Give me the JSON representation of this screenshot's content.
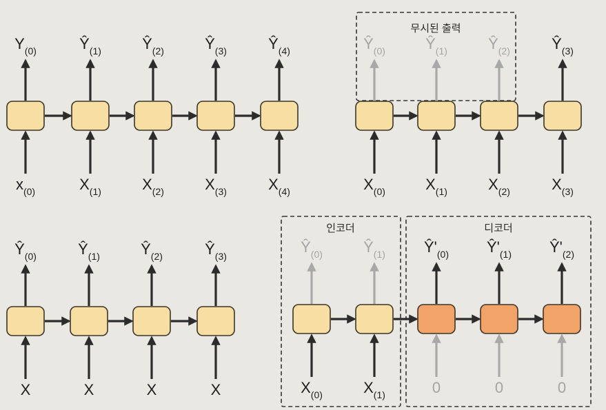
{
  "colors": {
    "background": "#e9e8e3",
    "cell_fill": "#f7dfa3",
    "cell_stroke": "#3b3328",
    "decoder_cell_fill": "#f2a468",
    "arrow_dark": "#2c2c2c",
    "arrow_faded": "#a8a8a8",
    "dashed_box": "#333333"
  },
  "panels": [
    {
      "id": "seq-to-seq",
      "cells": 5,
      "outputs": [
        {
          "text": "Y",
          "sub": "(0)",
          "faded": false
        },
        {
          "text": "Ŷ",
          "sub": "(1)",
          "faded": false
        },
        {
          "text": "Ŷ",
          "sub": "(2)",
          "faded": false
        },
        {
          "text": "Ŷ",
          "sub": "(3)",
          "faded": false
        },
        {
          "text": "Ŷ",
          "sub": "(4)",
          "faded": false
        }
      ],
      "inputs": [
        {
          "text": "x",
          "sub": "(0)",
          "faded": false
        },
        {
          "text": "X",
          "sub": "(1)",
          "faded": false
        },
        {
          "text": "X",
          "sub": "(2)",
          "faded": false
        },
        {
          "text": "X",
          "sub": "(3)",
          "faded": false
        },
        {
          "text": "X",
          "sub": "(4)",
          "faded": false
        }
      ]
    },
    {
      "id": "seq-to-vector",
      "cells": 4,
      "group_label": "무시된 출력",
      "outputs": [
        {
          "text": "Ŷ",
          "sub": "(0)",
          "faded": true
        },
        {
          "text": "Ŷ",
          "sub": "(1)",
          "faded": true
        },
        {
          "text": "Ŷ",
          "sub": "(2)",
          "faded": true
        },
        {
          "text": "Ŷ",
          "sub": "(3)",
          "faded": false
        }
      ],
      "inputs": [
        {
          "text": "X",
          "sub": "(0)",
          "faded": false
        },
        {
          "text": "X",
          "sub": "(1)",
          "faded": false
        },
        {
          "text": "X",
          "sub": "(2)",
          "faded": false
        },
        {
          "text": "X",
          "sub": "(3)",
          "faded": false
        }
      ]
    },
    {
      "id": "vector-to-seq",
      "cells": 4,
      "outputs": [
        {
          "text": "Ŷ",
          "sub": "(0)",
          "faded": false
        },
        {
          "text": "Ŷ",
          "sub": "(1)",
          "faded": false
        },
        {
          "text": "Ŷ",
          "sub": "(2)",
          "faded": false
        },
        {
          "text": "Ŷ",
          "sub": "(3)",
          "faded": false
        }
      ],
      "inputs": [
        {
          "text": "X",
          "sub": "",
          "faded": false
        },
        {
          "text": "X",
          "sub": "",
          "faded": false
        },
        {
          "text": "X",
          "sub": "",
          "faded": false
        },
        {
          "text": "X",
          "sub": "",
          "faded": false
        }
      ]
    },
    {
      "id": "encoder-decoder",
      "encoder_label": "인코더",
      "decoder_label": "디코더",
      "encoder": {
        "outputs": [
          {
            "text": "Ŷ",
            "sub": "(0)",
            "faded": true
          },
          {
            "text": "Ŷ",
            "sub": "(1)",
            "faded": true
          }
        ],
        "inputs": [
          {
            "text": "X",
            "sub": "(0)",
            "faded": false
          },
          {
            "text": "X",
            "sub": "(1)",
            "faded": false
          }
        ]
      },
      "decoder": {
        "outputs": [
          {
            "text": "Ŷ'",
            "sub": "(0)",
            "faded": false
          },
          {
            "text": "Ŷ'",
            "sub": "(1)",
            "faded": false
          },
          {
            "text": "Ŷ'",
            "sub": "(2)",
            "faded": false
          }
        ],
        "inputs": [
          {
            "text": "0",
            "sub": "",
            "faded": true
          },
          {
            "text": "0",
            "sub": "",
            "faded": true
          },
          {
            "text": "0",
            "sub": "",
            "faded": true
          }
        ]
      }
    }
  ]
}
